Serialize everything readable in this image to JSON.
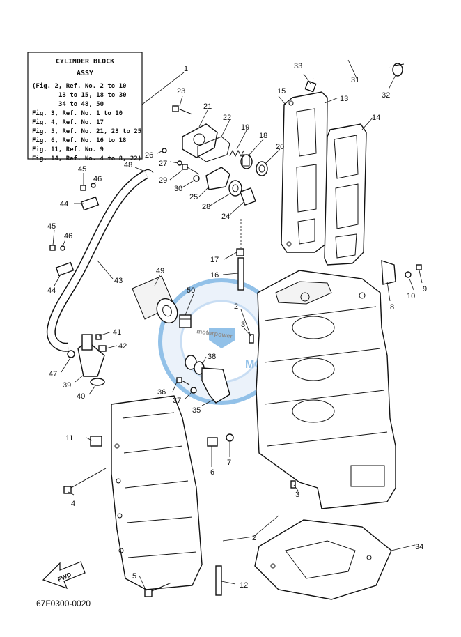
{
  "info_box": {
    "title": "CYLINDER BLOCK",
    "subtitle": "ASSY",
    "lines": [
      "(Fig. 2, Ref. No. 2 to 10",
      "13 to 15, 18 to 30",
      "34 to 48, 50",
      "Fig. 3, Ref. No. 1 to 10",
      "Fig. 4, Ref. No. 17",
      "Fig. 5, Ref. No. 21, 23 to 25",
      "Fig. 6, Ref. No. 16 to 18",
      "Fig. 11, Ref. No. 9",
      "Fig. 14, Ref. No. 4 to 8, 22)"
    ]
  },
  "callouts": [
    {
      "id": "c1",
      "label": "1"
    },
    {
      "id": "c2a",
      "label": "2"
    },
    {
      "id": "c2b",
      "label": "2"
    },
    {
      "id": "c3a",
      "label": "3"
    },
    {
      "id": "c3b",
      "label": "3"
    },
    {
      "id": "c4",
      "label": "4"
    },
    {
      "id": "c5",
      "label": "5"
    },
    {
      "id": "c6",
      "label": "6"
    },
    {
      "id": "c7",
      "label": "7"
    },
    {
      "id": "c8",
      "label": "8"
    },
    {
      "id": "c9",
      "label": "9"
    },
    {
      "id": "c10",
      "label": "10"
    },
    {
      "id": "c11",
      "label": "11"
    },
    {
      "id": "c12",
      "label": "12"
    },
    {
      "id": "c13",
      "label": "13"
    },
    {
      "id": "c14",
      "label": "14"
    },
    {
      "id": "c15",
      "label": "15"
    },
    {
      "id": "c16",
      "label": "16"
    },
    {
      "id": "c17",
      "label": "17"
    },
    {
      "id": "c18",
      "label": "18"
    },
    {
      "id": "c19",
      "label": "19"
    },
    {
      "id": "c20",
      "label": "20"
    },
    {
      "id": "c21",
      "label": "21"
    },
    {
      "id": "c22",
      "label": "22"
    },
    {
      "id": "c23",
      "label": "23"
    },
    {
      "id": "c24",
      "label": "24"
    },
    {
      "id": "c25",
      "label": "25"
    },
    {
      "id": "c26",
      "label": "26"
    },
    {
      "id": "c27",
      "label": "27"
    },
    {
      "id": "c28",
      "label": "28"
    },
    {
      "id": "c29",
      "label": "29"
    },
    {
      "id": "c30",
      "label": "30"
    },
    {
      "id": "c31",
      "label": "31"
    },
    {
      "id": "c32",
      "label": "32"
    },
    {
      "id": "c33",
      "label": "33"
    },
    {
      "id": "c34",
      "label": "34"
    },
    {
      "id": "c35",
      "label": "35"
    },
    {
      "id": "c36",
      "label": "36"
    },
    {
      "id": "c37",
      "label": "37"
    },
    {
      "id": "c38",
      "label": "38"
    },
    {
      "id": "c39",
      "label": "39"
    },
    {
      "id": "c40",
      "label": "40"
    },
    {
      "id": "c41",
      "label": "41"
    },
    {
      "id": "c42",
      "label": "42"
    },
    {
      "id": "c43",
      "label": "43"
    },
    {
      "id": "c44a",
      "label": "44"
    },
    {
      "id": "c44b",
      "label": "44"
    },
    {
      "id": "c45a",
      "label": "45"
    },
    {
      "id": "c45b",
      "label": "45"
    },
    {
      "id": "c46a",
      "label": "46"
    },
    {
      "id": "c46b",
      "label": "46"
    },
    {
      "id": "c47",
      "label": "47"
    },
    {
      "id": "c48",
      "label": "48"
    },
    {
      "id": "c49",
      "label": "49"
    },
    {
      "id": "c50",
      "label": "50"
    }
  ],
  "fwd_label": "FWD",
  "diagram_code": "67F0300-0020",
  "watermark": {
    "brand": "motorpower",
    "sub": "MOTOR",
    "accent_color": "#3a8fd6",
    "tint_color": "#dbe9f7"
  }
}
